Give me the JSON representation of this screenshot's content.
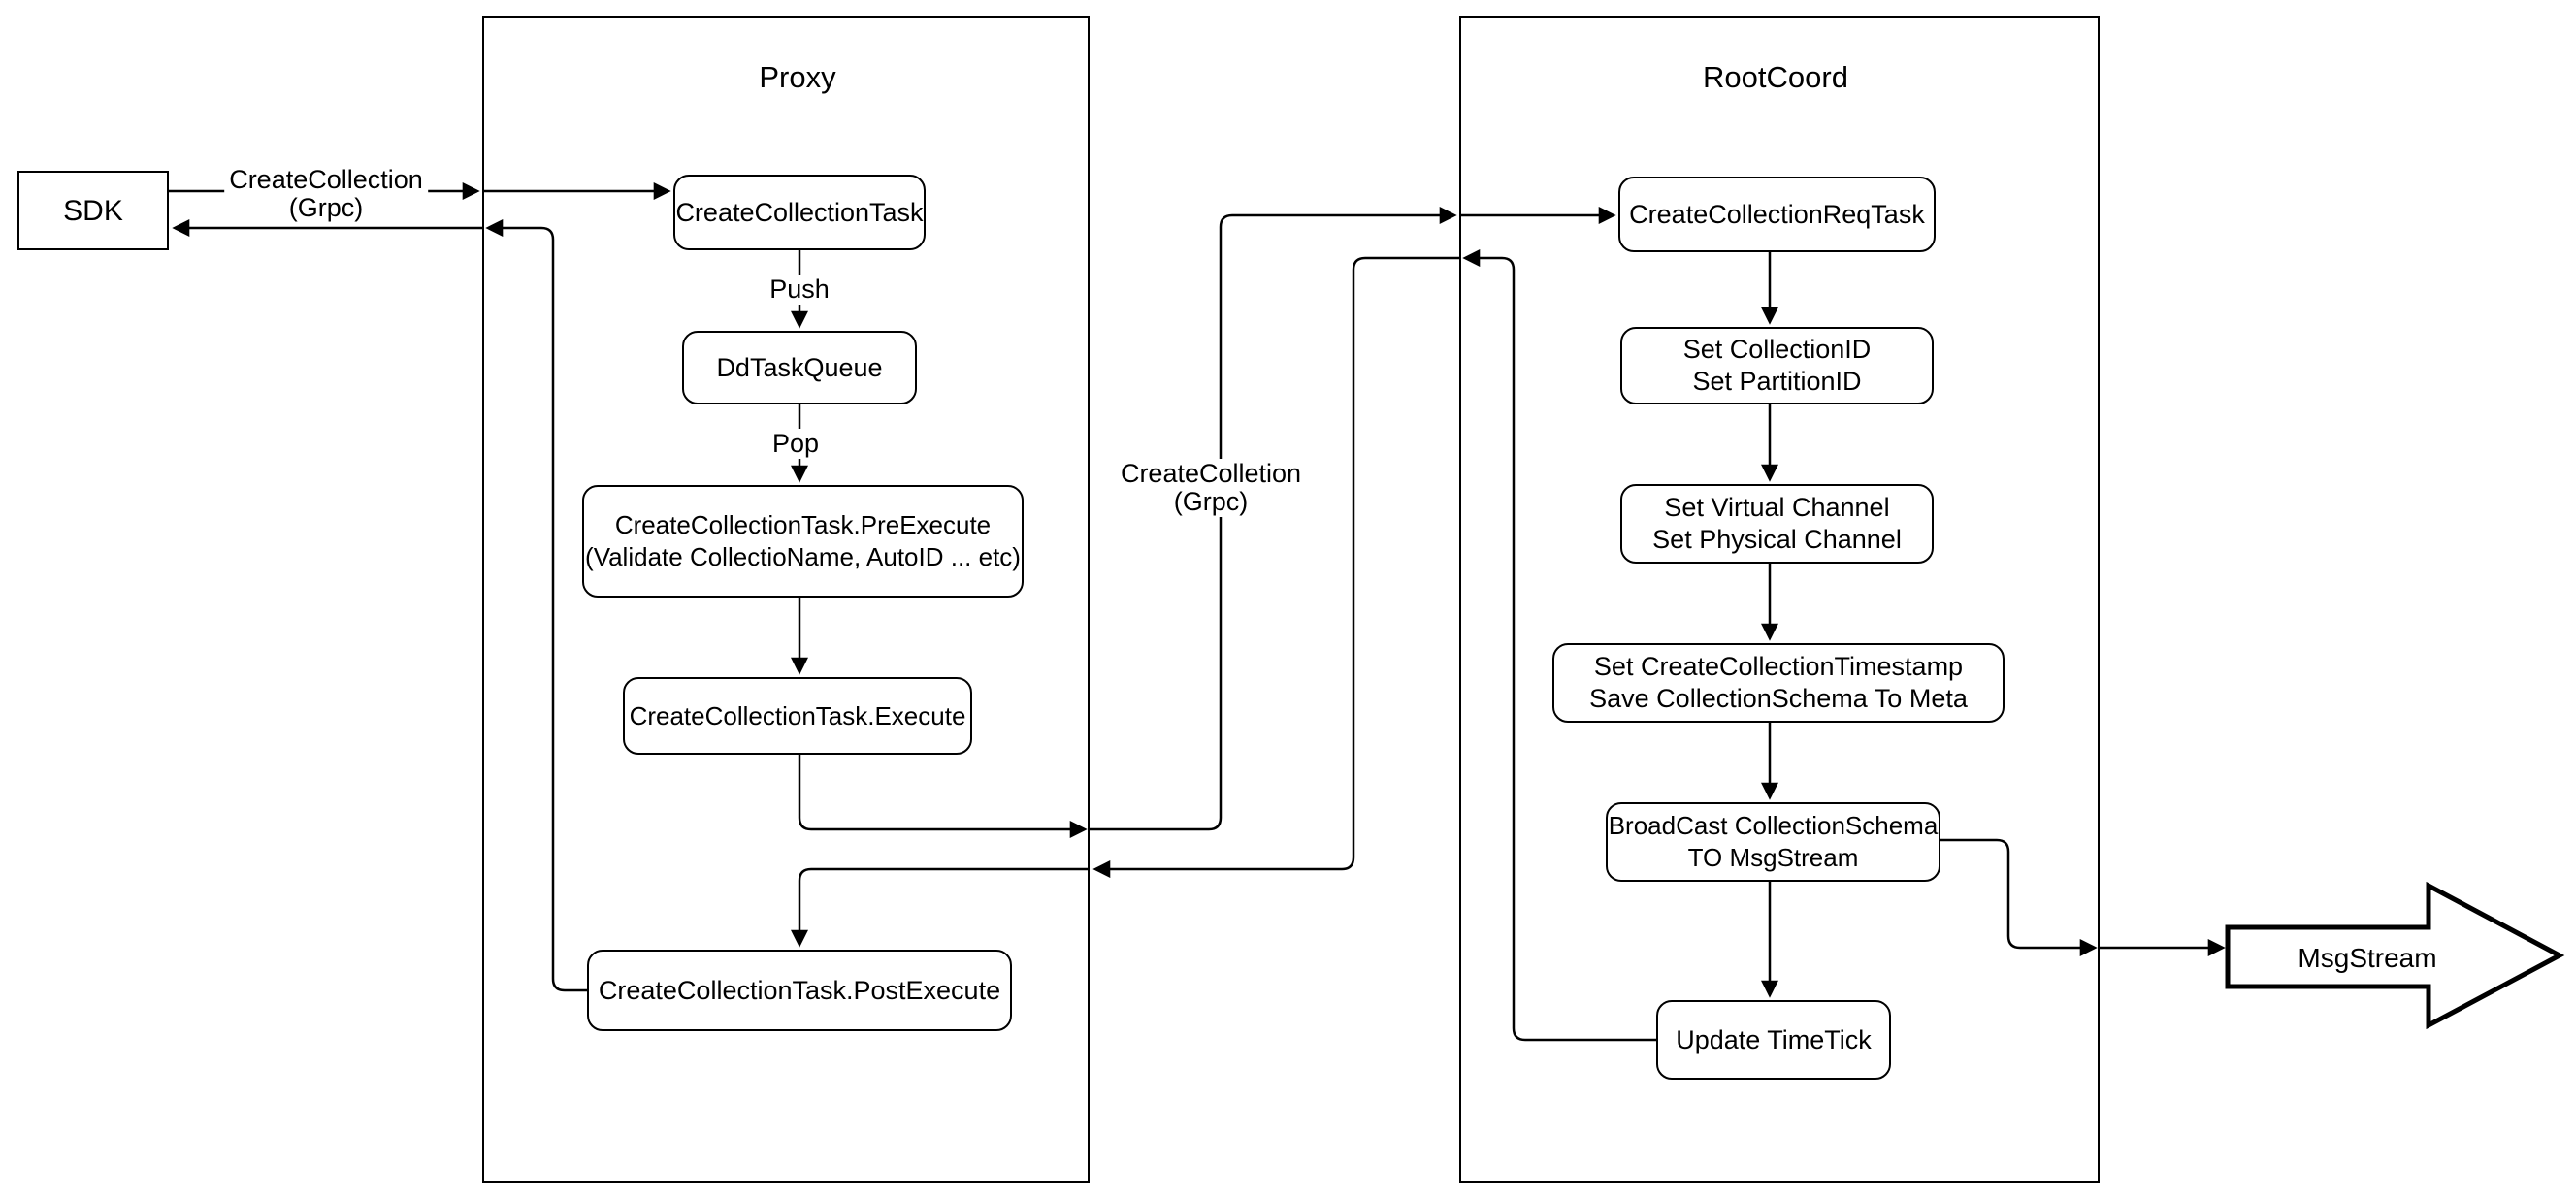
{
  "diagram": {
    "title_note": "CreateCollection flow diagram",
    "colors": {
      "stroke": "#000000",
      "background": "#ffffff"
    },
    "containers": {
      "proxy": {
        "title": "Proxy"
      },
      "rootcoord": {
        "title": "RootCoord"
      }
    },
    "nodes": {
      "sdk": {
        "label": "SDK"
      },
      "create_collection_task": {
        "label": "CreateCollectionTask"
      },
      "dd_task_queue": {
        "label": "DdTaskQueue"
      },
      "pre_execute": {
        "line1": "CreateCollectionTask.PreExecute",
        "line2": "(Validate CollectioName, AutoID ... etc)"
      },
      "execute": {
        "label": "CreateCollectionTask.Execute"
      },
      "post_execute": {
        "label": "CreateCollectionTask.PostExecute"
      },
      "create_collection_req_task": {
        "label": "CreateCollectionReqTask"
      },
      "set_ids": {
        "line1": "Set CollectionID",
        "line2": "Set PartitionID"
      },
      "set_channels": {
        "line1": "Set Virtual Channel",
        "line2": "Set Physical Channel"
      },
      "set_timestamp": {
        "line1": "Set CreateCollectionTimestamp",
        "line2": "Save CollectionSchema To Meta"
      },
      "broadcast": {
        "line1": "BroadCast CollectionSchema",
        "line2": "TO MsgStream"
      },
      "update_timetick": {
        "label": "Update TimeTick"
      },
      "msg_stream": {
        "label": "MsgStream"
      }
    },
    "edge_labels": {
      "sdk_grpc": {
        "line1": "CreateCollection",
        "line2": "(Grpc)"
      },
      "push": "Push",
      "pop": "Pop",
      "rootcoord_grpc": {
        "line1": "CreateColletion",
        "line2": "(Grpc)"
      }
    }
  }
}
